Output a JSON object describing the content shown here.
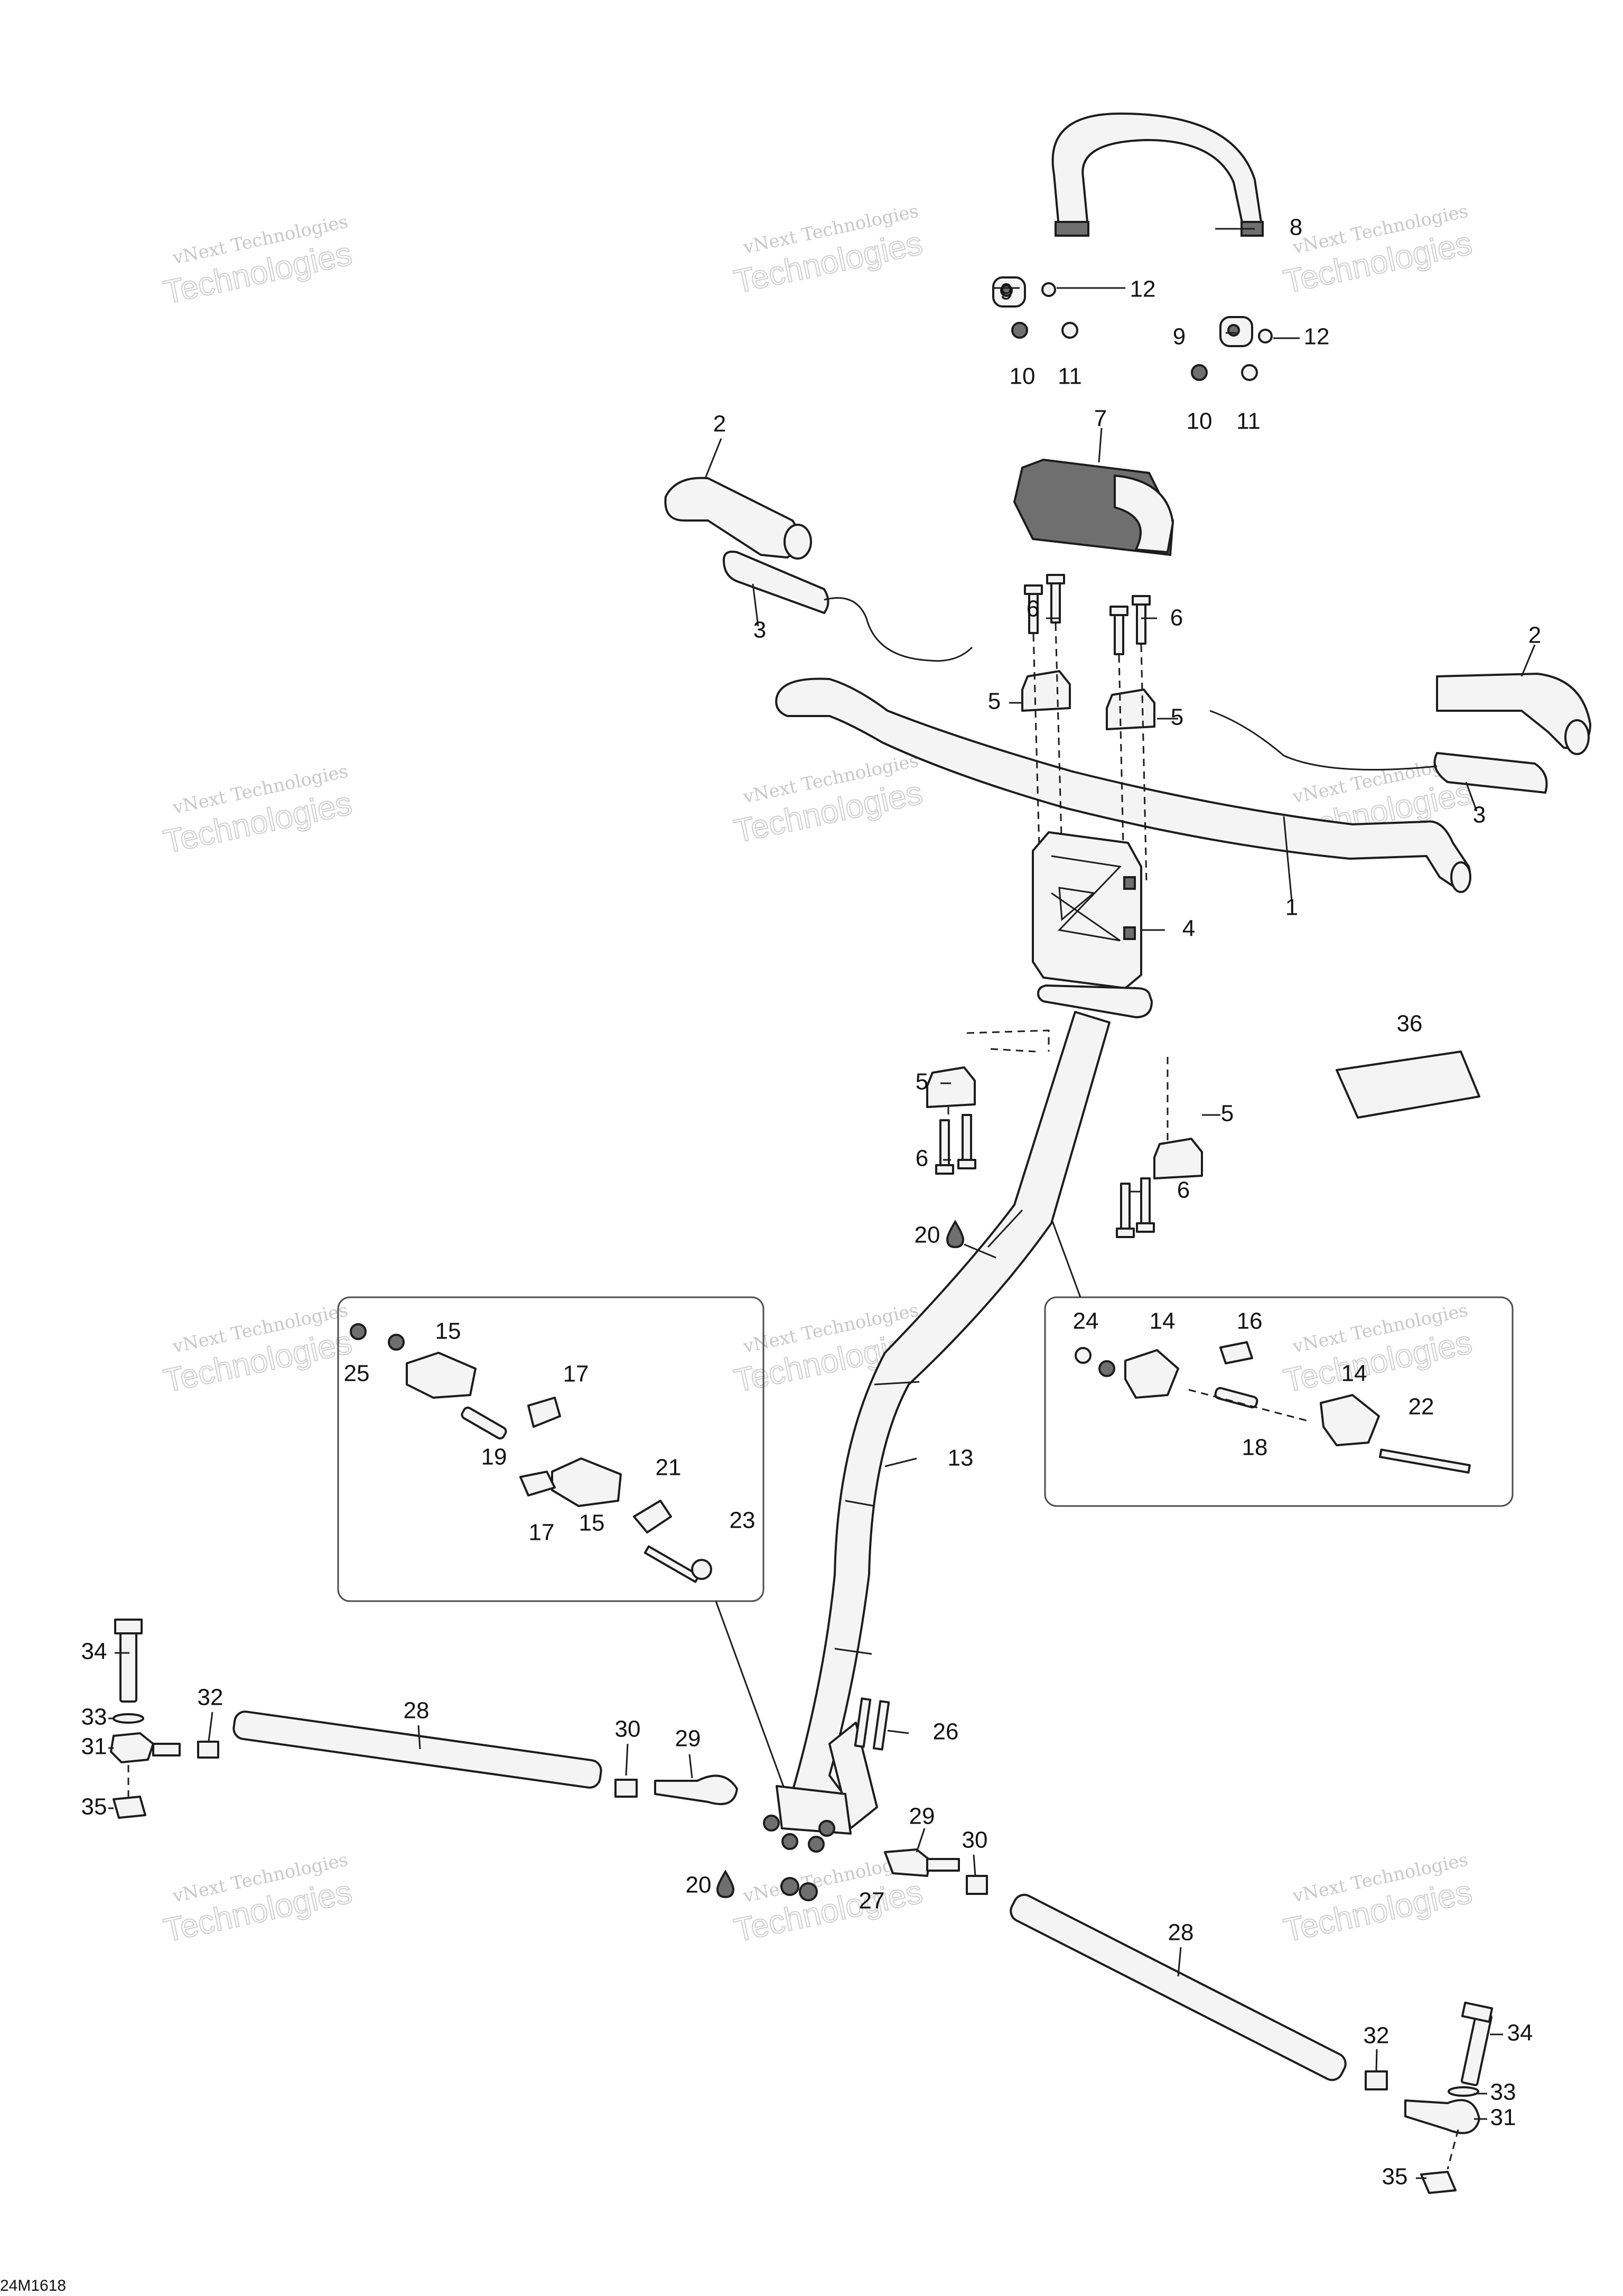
{
  "diagram": {
    "code": "24M1618",
    "colors": {
      "ink": "#1c1c1c",
      "part_fill": "#f4f4f4",
      "dark_fill": "#6f6f6f",
      "watermark": "#9a9a9a"
    },
    "watermark": {
      "line1": "vNext Technologies",
      "line2": "Technologies"
    },
    "callouts": [
      "1",
      "2",
      "3",
      "4",
      "5",
      "6",
      "7",
      "8",
      "9",
      "10",
      "11",
      "12",
      "13",
      "14",
      "15",
      "16",
      "17",
      "18",
      "19",
      "20",
      "21",
      "22",
      "23",
      "24",
      "25",
      "26",
      "27",
      "28",
      "29",
      "30",
      "31",
      "32",
      "33",
      "34",
      "35",
      "36"
    ],
    "glue_icon": "drop-icon"
  }
}
